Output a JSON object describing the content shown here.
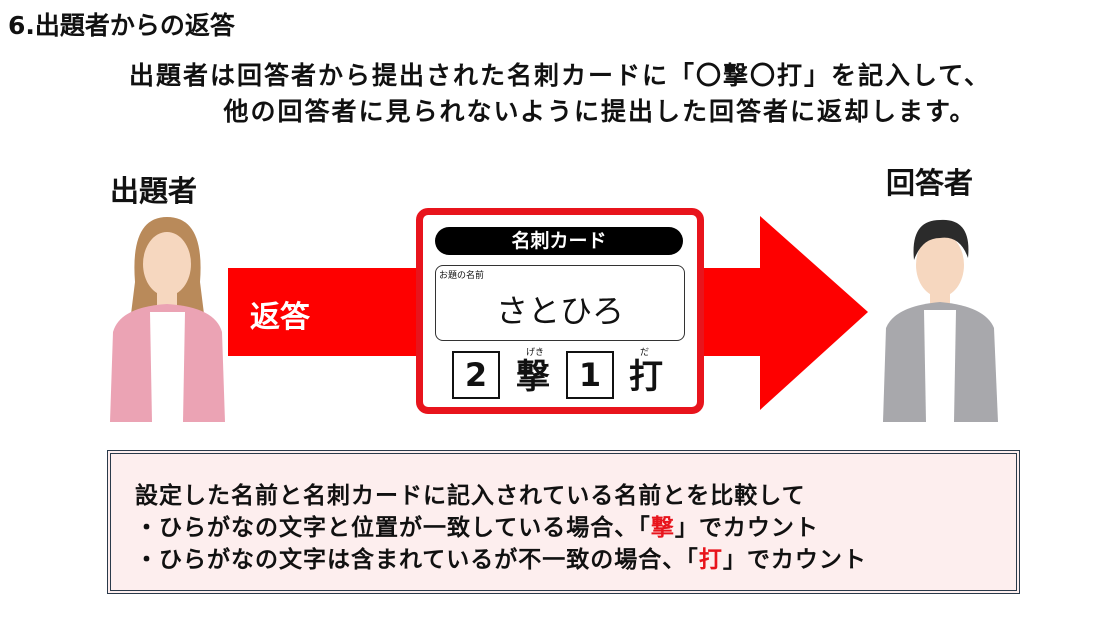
{
  "title": "6.出題者からの返答",
  "subtitle": [
    "出題者は回答者から提出された名刺カードに「〇撃〇打」を記入して、",
    "他の回答者に見られないように提出した回答者に返却します。"
  ],
  "questioner_label": "出題者",
  "answerer_label": "回答者",
  "arrow_label": "返答",
  "card": {
    "header": "名刺カード",
    "name_label": "お題の名前",
    "name_value": "さとひろ",
    "hits": "2",
    "hit_kanji": "撃",
    "hit_ruby": "げき",
    "blows": "1",
    "blow_kanji": "打",
    "blow_ruby": "だ"
  },
  "note": {
    "line1": "設定した名前と名刺カードに記入されている名前とを比較して",
    "line2_pre": "・ひらがなの文字と位置が一致している場合、「",
    "line2_em": "撃",
    "line2_post": "」でカウント",
    "line3_pre": "・ひらがなの文字は含まれているが不一致の場合、「",
    "line3_em": "打",
    "line3_post": "」でカウント"
  },
  "colors": {
    "accent": "#e8141c",
    "note_bg": "#fdeeee"
  }
}
